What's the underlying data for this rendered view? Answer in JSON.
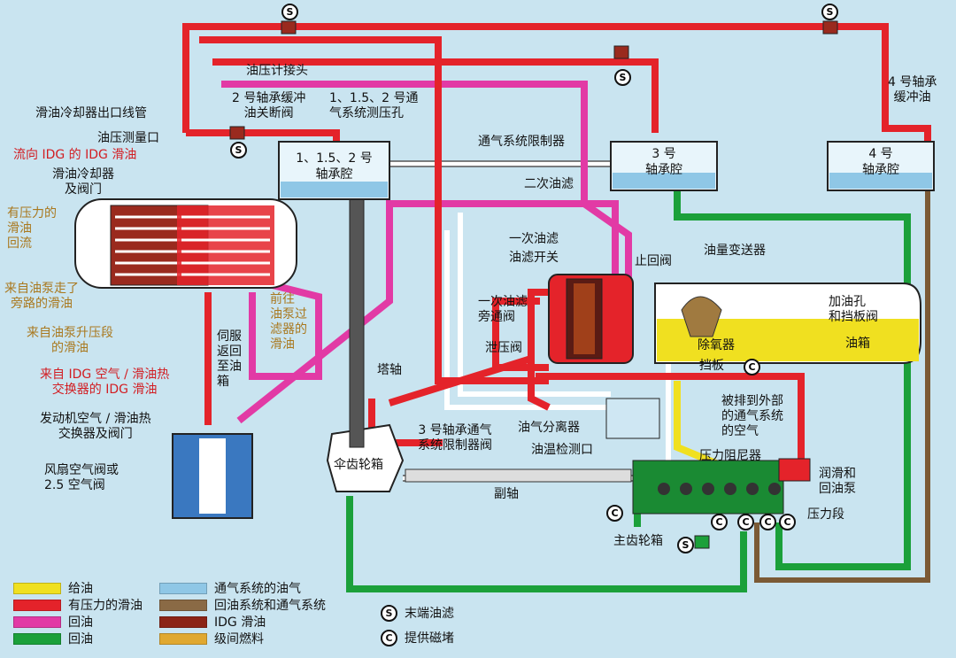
{
  "components": {
    "bearing_123": "1、1.5、2 号\n轴承腔",
    "bearing_3": "3 号\n轴承腔",
    "bearing_4": "4 号\n轴承腔",
    "gearbox_bevel": "伞齿轮箱",
    "gearbox_main": "主齿轮箱",
    "tank": "油箱",
    "deaerator": "除氧器"
  },
  "labels": {
    "pressure_connector": "油压计接头",
    "no2_bearing_damper": "2 号轴承缓冲\n油关断阀",
    "vent_pressure_port": "1、1.5、2 号通\n气系统测压孔",
    "oil_cooler_outlet": "滑油冷却器出口线管",
    "oil_pressure_port": "油压测量口",
    "to_idg": "流向 IDG 的 IDG 滑油",
    "oil_cooler_valve": "滑油冷却器\n及阀门",
    "pressurized_return": "有压力的\n滑油\n回流",
    "pump_bypass": "来自油泵走了\n旁路的滑油",
    "pump_boost": "来自油泵升压段\n的滑油",
    "from_idg_hx": "来自 IDG 空气 / 滑油热\n交换器的 IDG 滑油",
    "servo_return": "伺服\n返回\n至油\n箱",
    "to_pump_filter": "前往\n油泵过\n滤器的\n滑油",
    "engine_hx": "发动机空气 / 滑油热\n交换器及阀门",
    "fan_air_valve": "风扇空气阀或\n2.5 空气阀",
    "tower_shaft": "塔轴",
    "vent_limiter": "通气系统限制器",
    "secondary_filter": "二次油滤",
    "primary_filter": "一次油滤",
    "filter_switch": "油滤开关",
    "primary_bypass": "一次油滤\n旁通阀",
    "relief_valve": "泄压阀",
    "check_valve": "止回阀",
    "qty_transmitter": "油量变送器",
    "filler_cap": "加油孔\n和挡板阀",
    "baffle": "挡板",
    "vent_overboard": "被排到外部\n的通气系统\n的空气",
    "no3_vent_limiter": "3 号轴承通气\n系统限制器阀",
    "oil_separator": "油气分离器",
    "temp_port": "油温检测口",
    "pressure_damper": "压力阻尼器",
    "lube_pump": "润滑和\n回油泵",
    "pressure_stage": "压力段",
    "aux_shaft": "副轴",
    "no4_damper": "4 号轴承\n缓冲油"
  },
  "legend": [
    {
      "label": "给油",
      "color": "#f0e020"
    },
    {
      "label": "有压力的滑油",
      "color": "#e4232a"
    },
    {
      "label": "回油",
      "color": "#e23aa5"
    },
    {
      "label": "回油",
      "color": "#1ba03a"
    },
    {
      "label": "通气系统的油气",
      "color": "#8fc7e6"
    },
    {
      "label": "回油系统和通气系统",
      "color": "#8a6a45"
    },
    {
      "label": "IDG 滑油",
      "color": "#8b2416"
    },
    {
      "label": "级间燃料",
      "color": "#e0a830"
    }
  ],
  "symbols": [
    {
      "glyph": "S",
      "label": "末端油滤"
    },
    {
      "glyph": "C",
      "label": "提供磁堵"
    }
  ]
}
